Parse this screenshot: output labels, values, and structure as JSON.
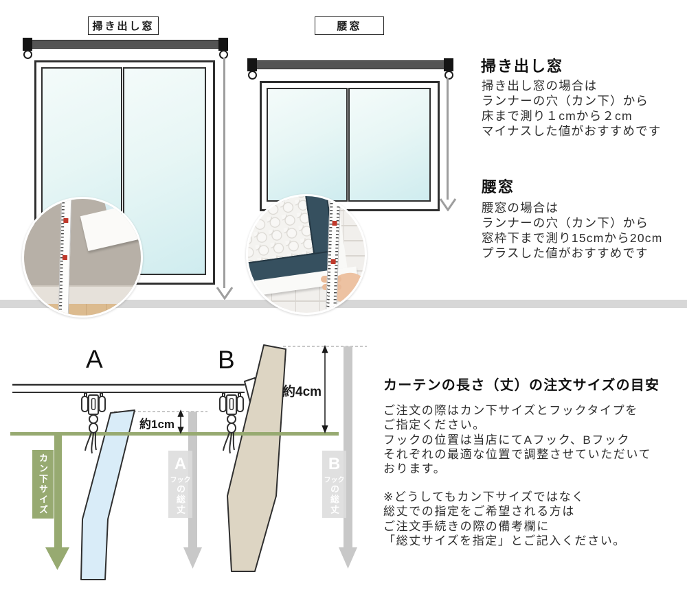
{
  "colors": {
    "accent_green": "#97aa71",
    "curtain_a_blue": "#d9ecf8",
    "curtain_b_tan": "#ddd5c3",
    "rail_gray": "#545454",
    "arrow_gray": "#c8c8c8",
    "bar_gray": "#dcdcdc",
    "floor_gray": "#d7d7d7",
    "glass_blue": "#d8eef1"
  },
  "top": {
    "left_tag": "掃き出し窓",
    "right_tag": "腰窓",
    "info1": {
      "heading": "掃き出し窓",
      "lines": [
        "掃き出し窓の場合は",
        "ランナーの穴（カン下）から",
        "床まで測り１cmから２cm",
        "マイナスした値がおすすめです"
      ]
    },
    "info2": {
      "heading": "腰窓",
      "lines": [
        "腰窓の場合は",
        "ランナーの穴（カン下）から",
        "窓枠下まで測り15cmから20cm",
        "プラスした値がおすすめです"
      ]
    }
  },
  "bottom": {
    "hook_a": "A",
    "hook_b": "B",
    "measure_a": "約1cm",
    "measure_b": "約4cm",
    "kan_size": "カン下サイズ",
    "bar_a": {
      "letter": "A",
      "line1": "フック",
      "line2": "の総丈"
    },
    "bar_b": {
      "letter": "B",
      "line1": "フック",
      "line2": "の総丈"
    },
    "guide": {
      "heading": "カーテンの長さ（丈）の注文サイズの目安",
      "para1": [
        "ご注文の際はカン下サイズとフックタイプを",
        "ご指定ください。",
        "フックの位置は当店にてAフック、Bフック",
        "それぞれの最適な位置で調整させていただいて",
        "おります。"
      ],
      "para2": [
        "※どうしてもカン下サイズではなく",
        "総丈での指定をご希望される方は",
        "ご注文手続きの際の備考欄に",
        "「総丈サイズを指定」とご記入ください。"
      ]
    }
  }
}
